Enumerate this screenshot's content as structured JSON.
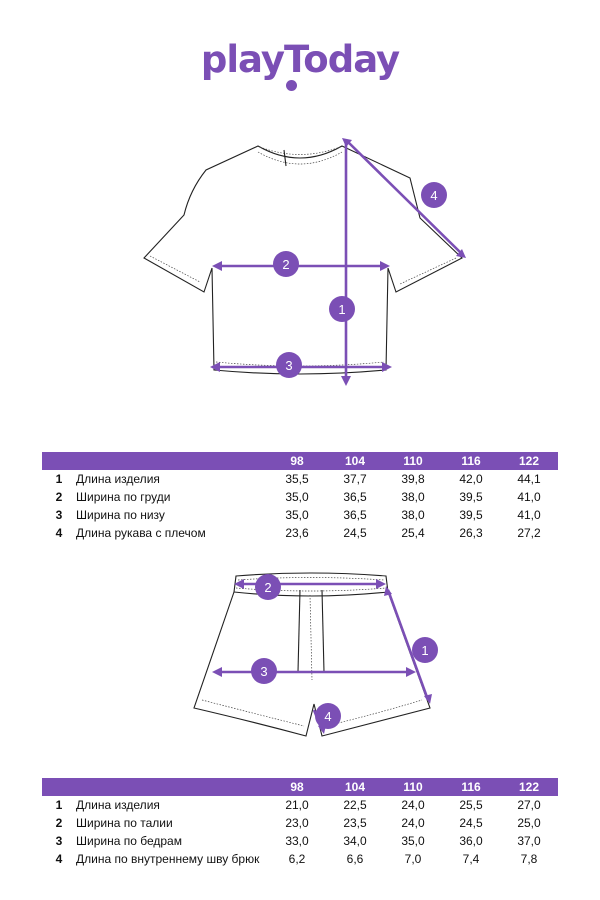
{
  "brand": {
    "name": "playToday",
    "color": "#7b4fb5"
  },
  "top_table": {
    "sizes": [
      "98",
      "104",
      "110",
      "116",
      "122"
    ],
    "rows": [
      {
        "num": "1",
        "label": "Длина изделия",
        "values": [
          "35,5",
          "37,7",
          "39,8",
          "42,0",
          "44,1"
        ]
      },
      {
        "num": "2",
        "label": "Ширина по груди",
        "values": [
          "35,0",
          "36,5",
          "38,0",
          "39,5",
          "41,0"
        ]
      },
      {
        "num": "3",
        "label": "Ширина по низу",
        "values": [
          "35,0",
          "36,5",
          "38,0",
          "39,5",
          "41,0"
        ]
      },
      {
        "num": "4",
        "label": "Длина рукава с плечом",
        "values": [
          "23,6",
          "24,5",
          "25,4",
          "26,3",
          "27,2"
        ]
      }
    ]
  },
  "bottom_table": {
    "sizes": [
      "98",
      "104",
      "110",
      "116",
      "122"
    ],
    "rows": [
      {
        "num": "1",
        "label": "Длина изделия",
        "values": [
          "21,0",
          "22,5",
          "24,0",
          "25,5",
          "27,0"
        ]
      },
      {
        "num": "2",
        "label": "Ширина по талии",
        "values": [
          "23,0",
          "23,5",
          "24,0",
          "24,5",
          "25,0"
        ]
      },
      {
        "num": "3",
        "label": "Ширина по бедрам",
        "values": [
          "33,0",
          "34,0",
          "35,0",
          "36,0",
          "37,0"
        ]
      },
      {
        "num": "4",
        "label": "Длина по внутреннему шву брюк",
        "values": [
          "6,2",
          "6,6",
          "7,0",
          "7,4",
          "7,8"
        ]
      }
    ]
  },
  "tshirt_badges": {
    "length": "1",
    "chest": "2",
    "hem": "3",
    "sleeve": "4"
  },
  "shorts_badges": {
    "length": "1",
    "waist": "2",
    "hips": "3",
    "inseam": "4"
  }
}
